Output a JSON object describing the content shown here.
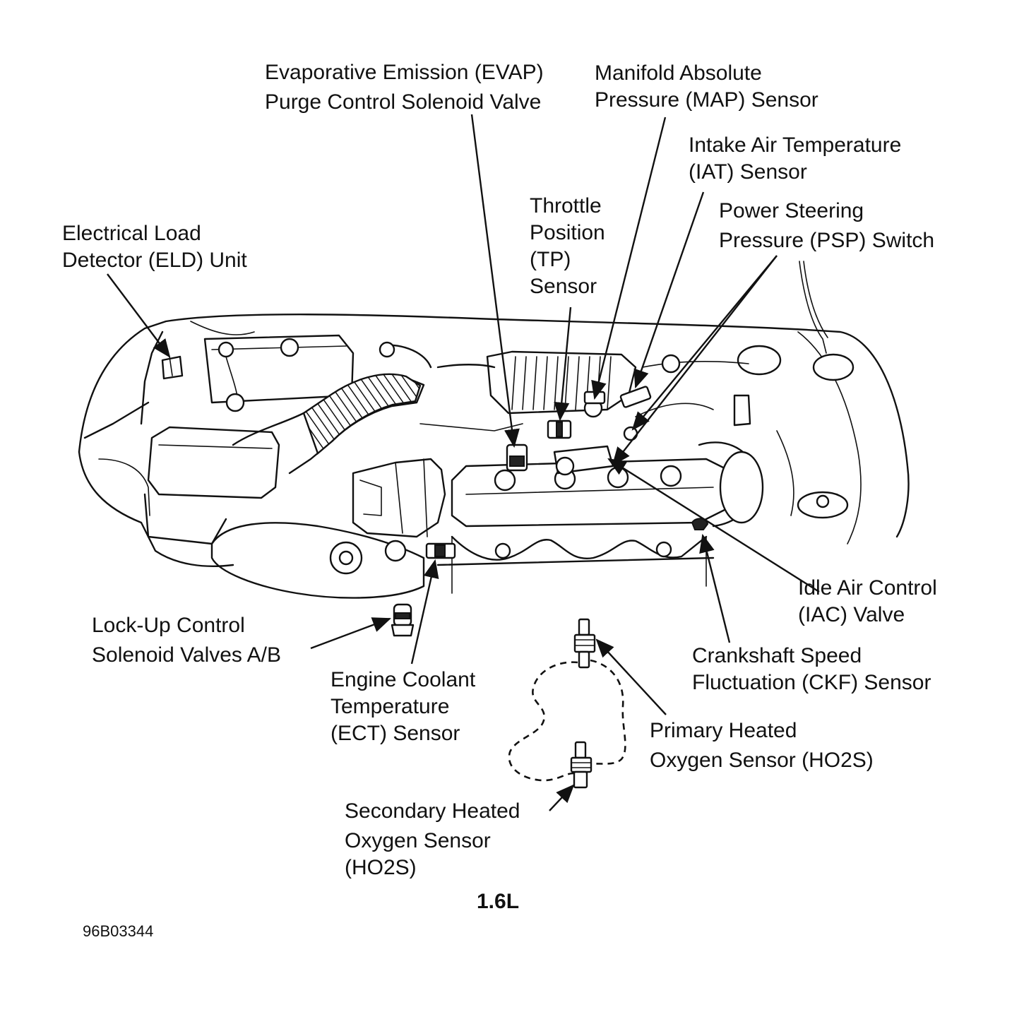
{
  "figure": {
    "title": "1.6L",
    "reference_code": "96B03344"
  },
  "labels": {
    "evap": [
      "Evaporative Emission (EVAP)",
      "Purge Control Solenoid Valve"
    ],
    "map": [
      "Manifold Absolute",
      "Pressure (MAP) Sensor"
    ],
    "iat": [
      "Intake Air Temperature",
      "(IAT) Sensor"
    ],
    "tp": [
      "Throttle",
      "Position",
      "(TP)",
      "Sensor"
    ],
    "psp": [
      "Power Steering",
      "Pressure (PSP) Switch"
    ],
    "eld": [
      "Electrical Load",
      "Detector (ELD) Unit"
    ],
    "iac": [
      "Idle Air Control",
      "(IAC) Valve"
    ],
    "ckf": [
      "Crankshaft Speed",
      "Fluctuation (CKF) Sensor"
    ],
    "lockup": [
      "Lock-Up Control",
      "Solenoid Valves A/B"
    ],
    "ect": [
      "Engine Coolant",
      "Temperature",
      "(ECT) Sensor"
    ],
    "primary_ho2s": [
      "Primary Heated",
      "Oxygen Sensor (HO2S)"
    ],
    "secondary_ho2s": [
      "Secondary Heated",
      "Oxygen Sensor",
      "(HO2S)"
    ]
  }
}
